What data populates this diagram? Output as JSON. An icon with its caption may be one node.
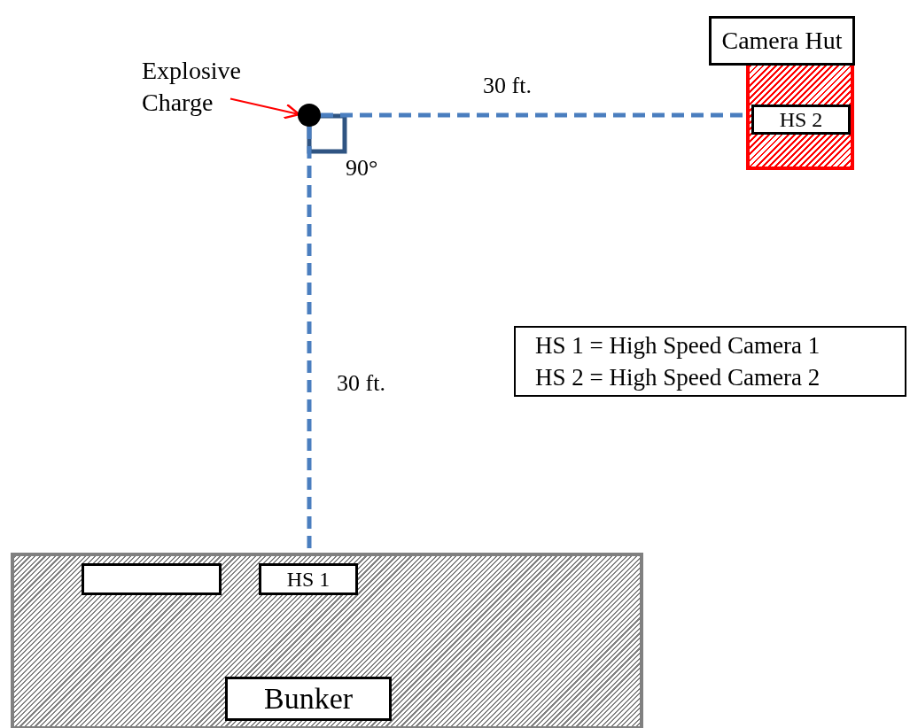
{
  "diagram": {
    "nodes": [
      {
        "text": [
          "Explosive Charge"
        ]
      },
      {
        "text": [],
        "shape": "circle"
      },
      {
        "text": [
          "Camera Hut"
        ]
      },
      {
        "text": [],
        "shape": "box"
      },
      {
        "text": [
          "HS 2"
        ],
        "in": 3
      },
      {
        "text": [
          "HS 1 = High Speed Camera 1",
          "HS 2 = High Speed Camera 2"
        ]
      },
      {
        "text": [],
        "shape": "box"
      },
      {
        "text": [],
        "shape": "box",
        "in": 6
      },
      {
        "text": [
          "HS 1"
        ],
        "in": 6
      },
      {
        "text": [
          "Bunker"
        ],
        "in": 6
      }
    ],
    "edges": [
      {
        "from": 0,
        "to": 1,
        "arrow": "to",
        "color": "#ff0000"
      },
      {
        "from": 1,
        "to": 4,
        "arrow": "none",
        "style": "dashed",
        "label": "30 ft."
      },
      {
        "from": 1,
        "to": 6,
        "arrow": "none",
        "style": "dashed",
        "label": "30 ft."
      }
    ],
    "labels": [
      "90°"
    ]
  }
}
